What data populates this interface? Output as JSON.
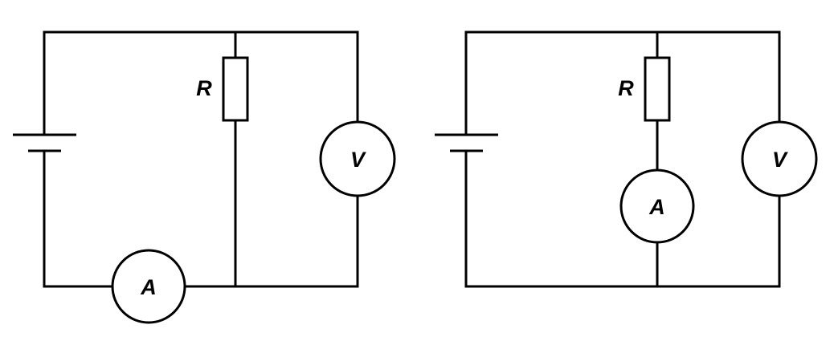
{
  "colors": {
    "stroke": "#000000",
    "background": "#ffffff"
  },
  "circuits": [
    {
      "resistor_label": "R",
      "ammeter_label": "A",
      "voltmeter_label": "V"
    },
    {
      "resistor_label": "R",
      "ammeter_label": "A",
      "voltmeter_label": "V"
    }
  ]
}
